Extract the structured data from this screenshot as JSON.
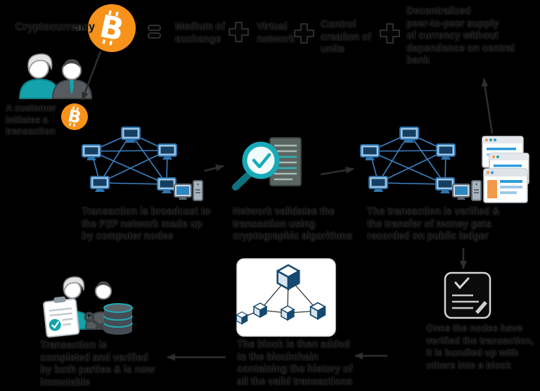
{
  "colors": {
    "background": "#000000",
    "bitcoin_orange": "#F7931A",
    "teal": "#14A3AB",
    "network_blue": "#2E74AD",
    "screen_navy": "#143F63",
    "cube_navy": "#15496F",
    "white": "#FFFFFF"
  },
  "icons": {
    "bitcoin_symbol": "B"
  },
  "top": {
    "crypto_label": "Cryptocurrency",
    "customer_caption": [
      "A customer",
      "initiates a",
      "transaction"
    ],
    "formula": {
      "items": [
        {
          "lines": [
            "Medium of",
            "exchange"
          ]
        },
        {
          "lines": [
            "Virtual",
            "network"
          ]
        },
        {
          "lines": [
            "Control",
            "creation of",
            "units"
          ]
        },
        {
          "lines": [
            "Decentralized",
            "peer-to-peer supply",
            "of currency without",
            "dependence on central",
            "bank"
          ]
        }
      ]
    }
  },
  "captions": {
    "broadcast": [
      "Transaction is broadcast to",
      "the P2P network made up",
      "by computer nodes"
    ],
    "validation": [
      "Network validates the",
      "transaction using",
      "cryptographic algorithms"
    ],
    "verification": [
      "The transaction is verified &",
      "the transfer of money gets",
      "recorded on public ledger"
    ],
    "bundling": [
      "Once the nodes have",
      "verified the transaction,",
      "it is bundled up with",
      "others into a block"
    ],
    "block_added": [
      "The block is then added",
      "to the blockchain",
      "containing the history of",
      "all the valid transactions"
    ],
    "completion": [
      "Transaction is",
      "completed and verified",
      "by both parties & is now",
      "immutable"
    ]
  }
}
